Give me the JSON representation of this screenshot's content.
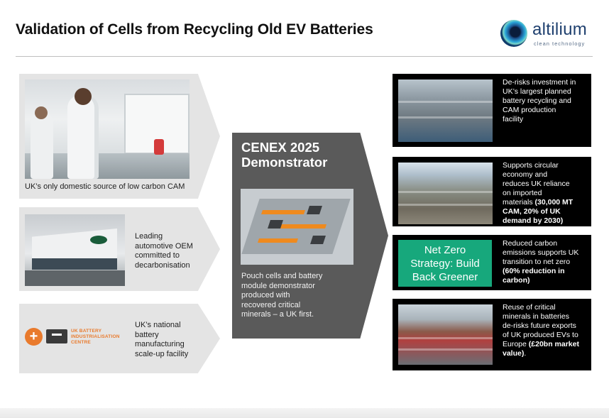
{
  "title": "Validation of Cells from Recycling Old EV Batteries",
  "logo": {
    "word": "altilium",
    "sub": "clean technology"
  },
  "left": [
    {
      "caption": "UK’s only domestic source of low carbon CAM"
    },
    {
      "text": [
        "Leading",
        "automotive OEM",
        "committed to",
        "decarbonisation"
      ]
    },
    {
      "logo_text": [
        "UK BATTERY",
        "INDUSTRIALISATION",
        "CENTRE"
      ],
      "text": [
        "UK’s national",
        "battery",
        "manufacturing",
        "scale-up facility"
      ]
    }
  ],
  "center": {
    "title": [
      "CENEX 2025",
      "Demonstrator"
    ],
    "body": [
      "Pouch cells and battery",
      "module demonstrator",
      "produced with",
      "recovered critical",
      "minerals – a UK first."
    ]
  },
  "right": [
    {
      "lines": [
        "De-risks investment in",
        "UK’s largest planned",
        "battery recycling and",
        "CAM production",
        "facility"
      ]
    },
    {
      "lines": [
        "Supports circular",
        "economy and",
        "reduces UK reliance",
        "on imported",
        "materials"
      ],
      "bold": [
        "(30,000 MT",
        "CAM, 20% of UK",
        "demand by 2030)"
      ]
    },
    {
      "box": [
        "Net Zero",
        "Strategy: Build",
        "Back Greener"
      ],
      "lines": [
        "Reduced carbon",
        "emissions supports UK",
        "transition to net zero"
      ],
      "bold": [
        "(60% reduction in",
        "carbon)"
      ]
    },
    {
      "lines": [
        "Reuse of critical",
        "minerals in batteries",
        "de-risks future exports",
        "of UK produced EVs to",
        "Europe"
      ],
      "bold": [
        "(£20bn market",
        "value)"
      ],
      "tail": "."
    }
  ],
  "colors": {
    "netzero": "#17a87c",
    "arrow": "#5a5a5a",
    "chevron": "#e4e4e4",
    "ukbic": "#e97a2c"
  }
}
